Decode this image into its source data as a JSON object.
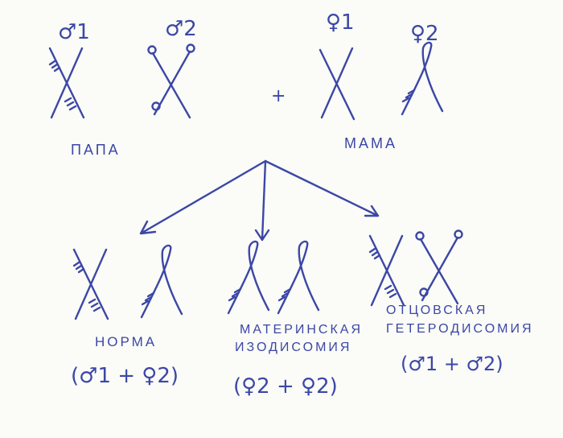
{
  "parents": {
    "father": {
      "label": "ПАПА",
      "chromosome_1": "♂1",
      "chromosome_2": "♂2"
    },
    "plus": "+",
    "mother": {
      "label": "МАМА",
      "chromosome_1": "♀1",
      "chromosome_2": "♀2"
    }
  },
  "outcomes": [
    {
      "label_line1": "НОРМА",
      "label_line2": "",
      "formula": "(♂1 + ♀2)"
    },
    {
      "label_line1": "МАТЕРИНСКАЯ",
      "label_line2": "ИЗОДИСОМИЯ",
      "formula": "(♀2 + ♀2)"
    },
    {
      "label_line1": "ОТЦОВСКАЯ",
      "label_line2": "ГЕТЕРОДИСОМИЯ",
      "formula": "(♂1 + ♂2)"
    }
  ],
  "colors": {
    "ink": "#3b47a6",
    "paper": "#fbfbf7"
  }
}
